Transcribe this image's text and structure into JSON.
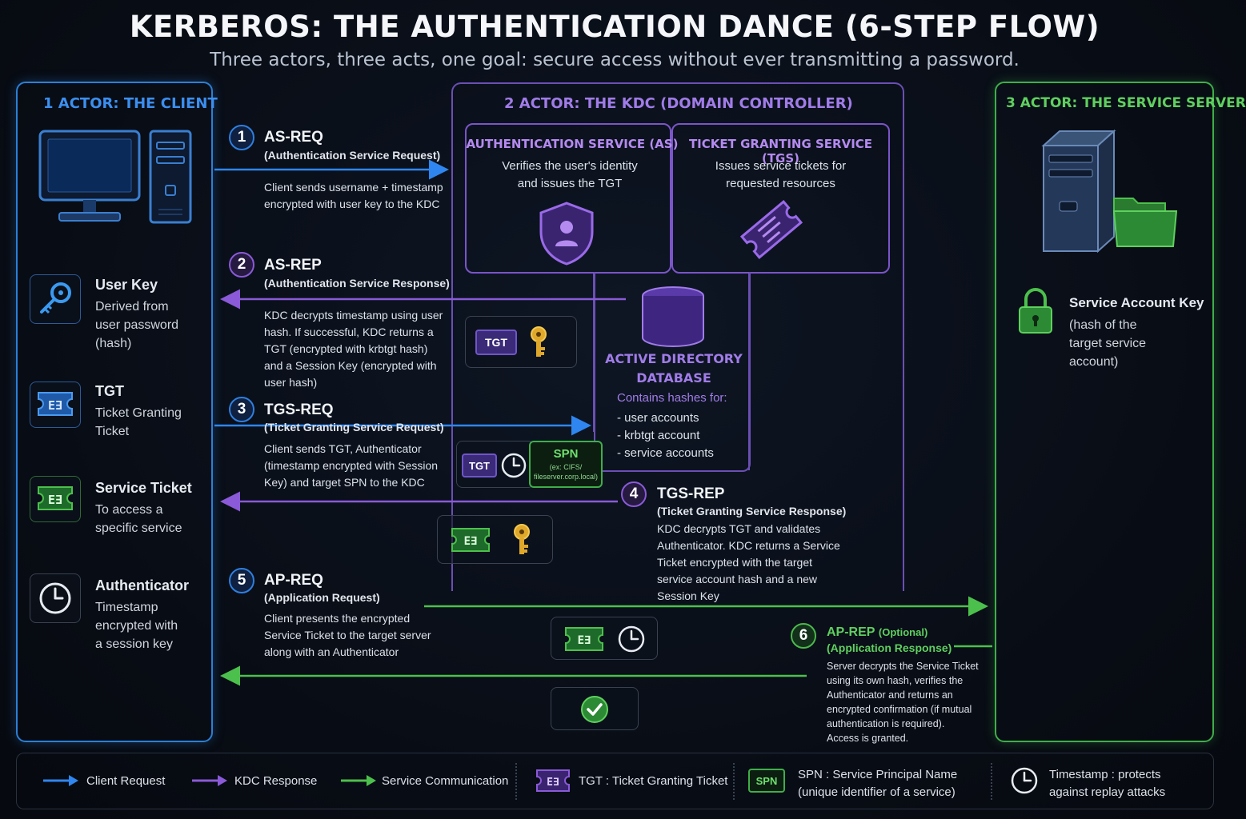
{
  "title": "KERBEROS: THE AUTHENTICATION DANCE (6-STEP FLOW)",
  "subtitle": "Three actors, three acts, one goal: secure access without ever transmitting a password.",
  "actors": {
    "client": "1 ACTOR: THE CLIENT",
    "kdc": "2 ACTOR: THE KDC (DOMAIN CONTROLLER)",
    "server": "3 ACTOR: THE SERVICE SERVER"
  },
  "client_legend": [
    {
      "label": "User Key",
      "desc": [
        "Derived from",
        "user password",
        "(hash)"
      ],
      "icon": "key-icon"
    },
    {
      "label": "TGT",
      "desc": [
        "Ticket Granting",
        "Ticket"
      ],
      "icon": "ticket-icon"
    },
    {
      "label": "Service Ticket",
      "desc": [
        "To access a",
        "specific service"
      ],
      "icon": "ticket-icon"
    },
    {
      "label": "Authenticator",
      "desc": [
        "Timestamp",
        "encrypted with",
        "a session key"
      ],
      "icon": "clock-icon"
    }
  ],
  "kdc": {
    "as_title": "AUTHENTICATION SERVICE (AS)",
    "as_desc": [
      "Verifies the user's identity",
      "and issues the TGT"
    ],
    "tgs_title": "TICKET GRANTING SERVICE (TGS)",
    "tgs_desc": [
      "Issues service tickets for",
      "requested resources"
    ],
    "db_title": [
      "ACTIVE DIRECTORY",
      "DATABASE"
    ],
    "db_contains": "Contains hashes for:",
    "db_items": [
      "-  user accounts",
      "-  krbtgt account",
      "-  service accounts"
    ]
  },
  "server": {
    "key_label": "Service Account Key",
    "key_desc": [
      "(hash of the",
      "target service",
      "account)"
    ]
  },
  "steps": [
    {
      "num": "1",
      "name": "AS-REQ",
      "sub": "(Authentication Service Request)",
      "desc": [
        "Client sends username + timestamp",
        "encrypted with user key to the KDC"
      ]
    },
    {
      "num": "2",
      "name": "AS-REP",
      "sub": "(Authentication Service Response)",
      "desc": [
        "KDC decrypts timestamp using user",
        "hash. If successful, KDC returns a",
        "TGT (encrypted with krbtgt hash)",
        "and a Session Key (encrypted with",
        "user hash)"
      ]
    },
    {
      "num": "3",
      "name": "TGS-REQ",
      "sub": "(Ticket Granting Service Request)",
      "desc": [
        "Client sends TGT, Authenticator",
        "(timestamp encrypted with Session",
        "Key) and target SPN to the KDC"
      ]
    },
    {
      "num": "4",
      "name": "TGS-REP",
      "sub": "(Ticket Granting Service Response)",
      "desc": [
        "KDC decrypts TGT and validates",
        "Authenticator. KDC returns a Service",
        "Ticket encrypted with the target",
        "service account hash and a new",
        "Session Key"
      ]
    },
    {
      "num": "5",
      "name": "AP-REQ",
      "sub": "(Application Request)",
      "desc": [
        "Client presents the encrypted",
        "Service Ticket to the target server",
        "along with an Authenticator"
      ]
    },
    {
      "num": "6",
      "name": "AP-REP",
      "name_suffix": "(Optional)",
      "sub": "(Application Response)",
      "desc": [
        "Server decrypts the Service Ticket",
        "using its own hash, verifies the",
        "Authenticator and returns an",
        "encrypted confirmation (if mutual",
        "authentication is required).",
        "Access is granted."
      ]
    }
  ],
  "badges": {
    "tgt": "TGT",
    "spn": "SPN",
    "spn_example": [
      "(ex: CIFS/",
      "fileserver.corp.local)"
    ]
  },
  "legend": {
    "client_request": "Client Request",
    "kdc_response": "KDC Response",
    "service_comm": "Service Communication",
    "tgt_term": "TGT",
    "tgt_def": " : Ticket Granting Ticket",
    "spn_term": "SPN",
    "spn_def": " : Service Principal Name",
    "spn_def2": "(unique identifier of a service)",
    "ts_term": "Timestamp",
    "ts_def": " : protects",
    "ts_def2": "against replay attacks"
  },
  "colors": {
    "client": "#2c7fd6",
    "kdc": "#7a55c8",
    "server": "#3fae4a",
    "key": "#e0a82a"
  }
}
